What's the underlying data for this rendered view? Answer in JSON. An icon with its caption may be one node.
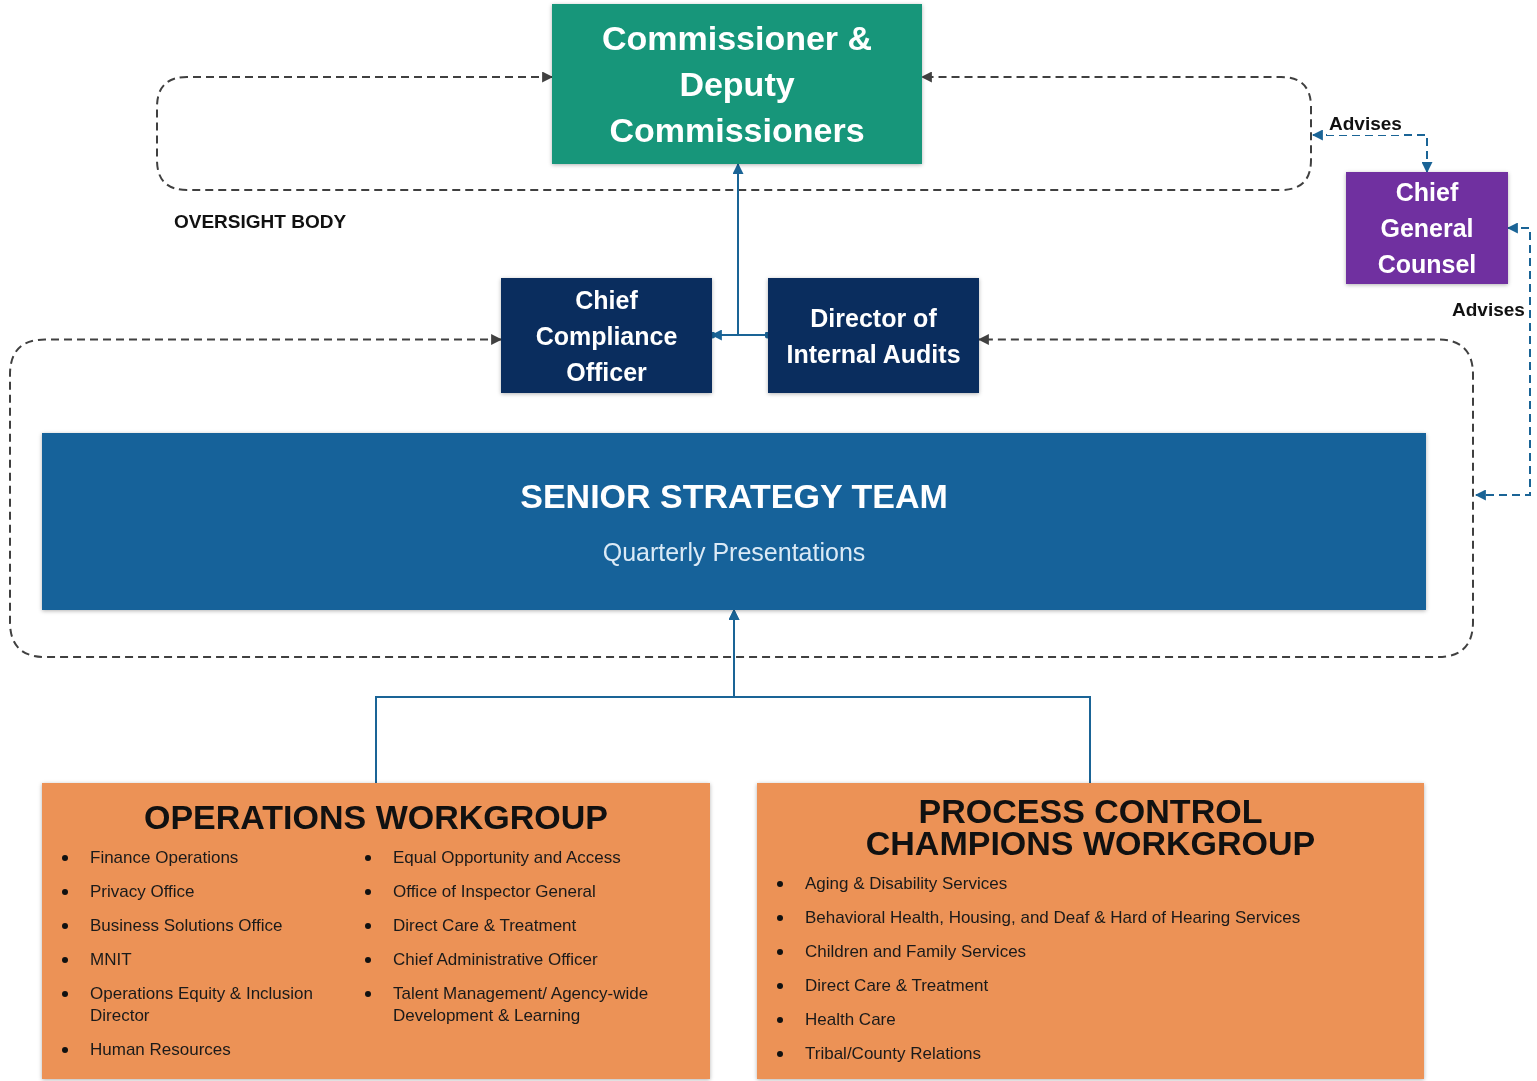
{
  "diagram": {
    "nodes": [
      {
        "text": [
          "Commissioner & Deputy Commissioners"
        ]
      },
      {
        "text": [
          "Chief General Counsel"
        ]
      },
      {
        "text": [
          "Chief Compliance Officer"
        ]
      },
      {
        "text": [
          "Director of Internal Audits"
        ]
      },
      {
        "text": [
          "SENIOR STRATEGY TEAM",
          "Quarterly Presentations"
        ]
      },
      {
        "text": [
          "OPERATIONS WORKGROUP",
          "Finance Operations",
          "Privacy Office",
          "Business Solutions Office",
          "MNIT",
          "Operations Equity & Inclusion Director",
          "Human Resources",
          "Equal Opportunity and Access",
          "Office of Inspector General",
          "Direct Care & Treatment",
          "Chief Administrative Officer",
          "Talent Management/ Agency-wide Development & Learning"
        ]
      },
      {
        "text": [
          "PROCESS CONTROL CHAMPIONS WORKGROUP",
          "Aging & Disability Services",
          "Behavioral Health, Housing, and Deaf & Hard of Hearing Services",
          "Children and Family Services",
          "Direct Care & Treatment",
          "Health Care",
          "Tribal/County Relations"
        ]
      }
    ],
    "edges": [
      {
        "from": 0,
        "to": 0,
        "arrow": "both",
        "style": "dashed",
        "color": "#404040"
      },
      {
        "from": 2,
        "to": 3,
        "arrow": "both",
        "style": "dashed",
        "color": "#404040"
      },
      {
        "from": 2,
        "to": 3,
        "arrow": "other"
      },
      {
        "from": 2,
        "to": 0,
        "arrow": "both"
      },
      {
        "from": 5,
        "to": 4,
        "arrow": "to"
      },
      {
        "from": 6,
        "to": 4,
        "arrow": "to"
      },
      {
        "from": null,
        "to": 1,
        "arrow": "both",
        "label": "Advises",
        "style": "dashed"
      },
      {
        "from": 1,
        "to": null,
        "arrow": "both",
        "label": "Advises",
        "style": "dashed"
      }
    ],
    "labels": [
      "OVERSIGHT BODY"
    ]
  }
}
